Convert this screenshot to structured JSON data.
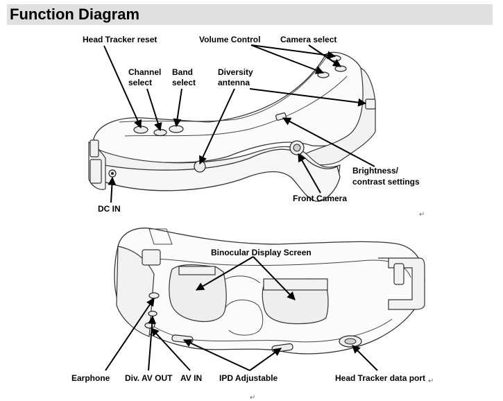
{
  "title": "Function Diagram",
  "top_view": {
    "head_tracker_reset": "Head Tracker reset",
    "channel_select": [
      "Channel",
      "select"
    ],
    "band_select": [
      "Band",
      "select"
    ],
    "diversity_antenna": [
      "Diversity",
      "antenna"
    ],
    "volume_control": "Volume Control",
    "camera_select": "Camera select",
    "brightness_contrast": [
      "Brightness/",
      "contrast settings"
    ],
    "front_camera": "Front Camera",
    "dc_in": "DC IN"
  },
  "bottom_view": {
    "binocular_display": "Binocular Display Screen",
    "earphone": "Earphone",
    "div_av_out": "Div. AV OUT",
    "av_in": "AV IN",
    "ipd_adjustable": "IPD Adjustable",
    "head_tracker_port": "Head Tracker data port"
  },
  "return_mark": "↵"
}
